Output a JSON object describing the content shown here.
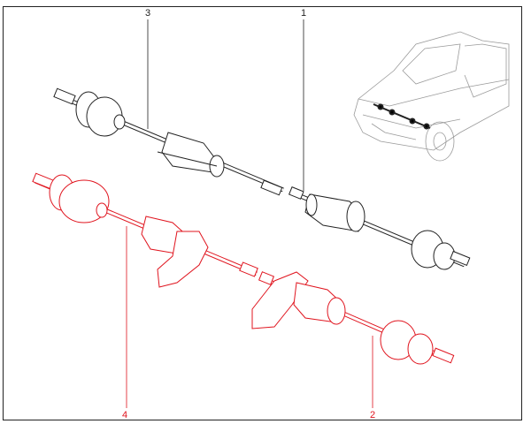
{
  "diagram": {
    "callouts": [
      {
        "number": "3",
        "color": "#222222"
      },
      {
        "number": "1",
        "color": "#222222"
      },
      {
        "number": "4",
        "color": "#e0141e"
      },
      {
        "number": "2",
        "color": "#e0141e"
      }
    ],
    "colors": {
      "existing_part": "#222222",
      "highlighted_part": "#e0141e",
      "vehicle": "#9a9a9a"
    }
  }
}
